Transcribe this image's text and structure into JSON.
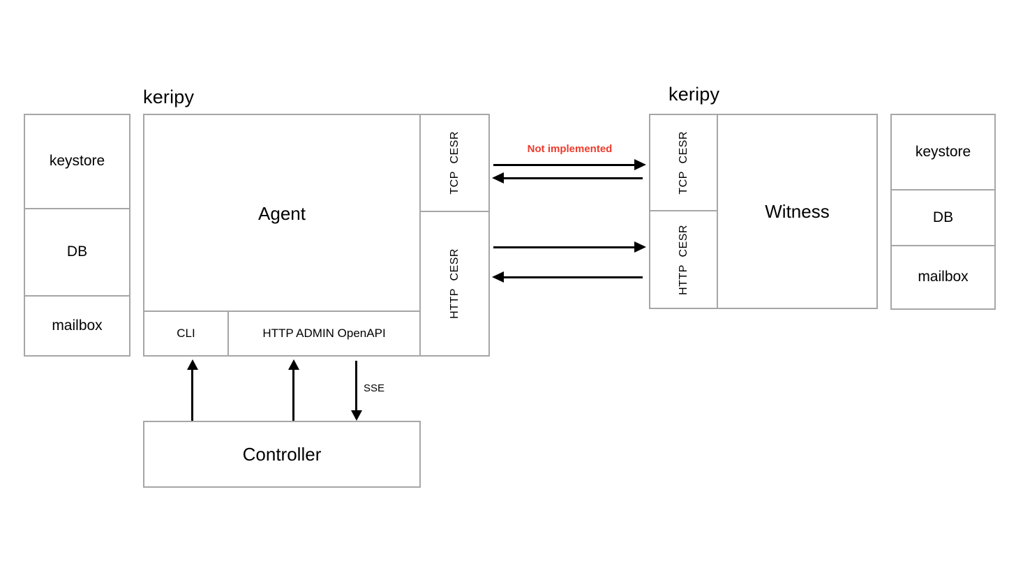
{
  "colors": {
    "border": "#a6a6a6",
    "ink": "#000000",
    "alert": "#ee3b2c",
    "background": "#ffffff"
  },
  "agent_group": {
    "title": "keripy",
    "stack": [
      "keystore",
      "DB",
      "mailbox"
    ],
    "agent_label": "Agent",
    "cli_label": "CLI",
    "http_admin_label": "HTTP ADMIN OpenAPI",
    "tcp_port_label": "TCP CESR",
    "http_port_label": "HTTP CESR"
  },
  "witness_group": {
    "title": "keripy",
    "witness_label": "Witness",
    "tcp_port_label": "TCP CESR",
    "http_port_label": "HTTP CESR",
    "stack": [
      "keystore",
      "DB",
      "mailbox"
    ]
  },
  "connections": {
    "not_implemented_label": "Not implemented",
    "sse_label": "SSE"
  },
  "controller": {
    "label": "Controller"
  }
}
